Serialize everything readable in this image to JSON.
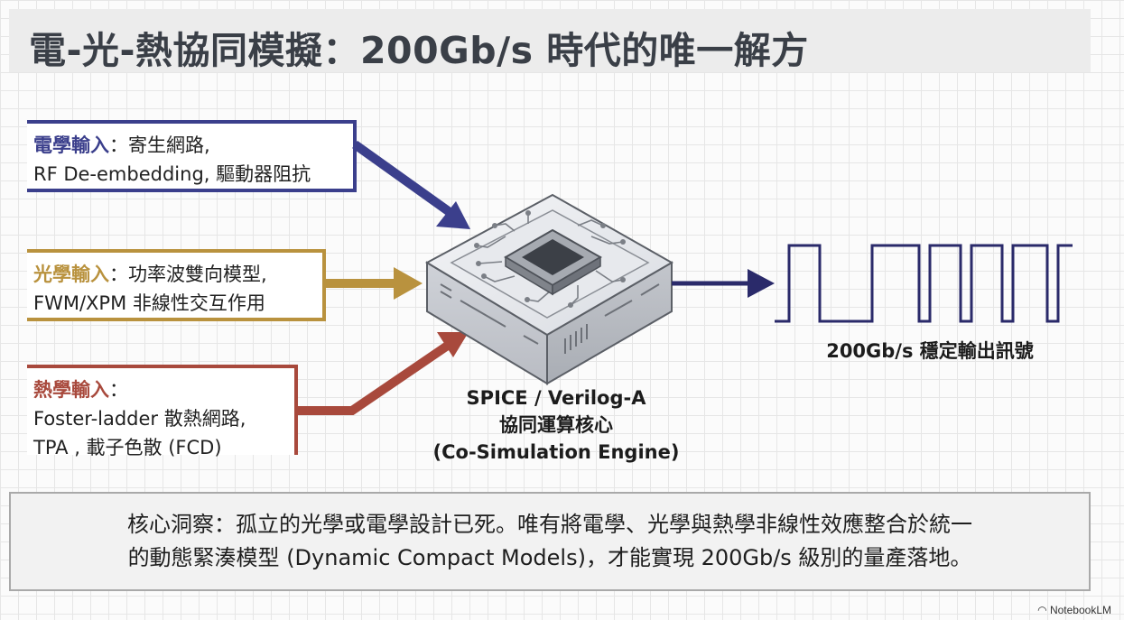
{
  "title": "電-光-熱協同模擬：200Gb/s 時代的唯一解方",
  "inputs": {
    "electrical": {
      "heading": "電學輸入",
      "line1": "：寄生網路,",
      "line2": "RF De-embedding, 驅動器阻抗",
      "color": "#3b3f8c"
    },
    "optical": {
      "heading": "光學輸入",
      "line1": "：功率波雙向模型,",
      "line2": "FWM/XPM 非線性交互作用",
      "color": "#b9923e"
    },
    "thermal": {
      "heading": "熱學輸入",
      "line1": "：",
      "line2": "Foster-ladder 散熱網路,",
      "line3": "TPA , 載子色散 (FCD)",
      "color": "#a8493c"
    }
  },
  "engine": {
    "line1": "SPICE / Verilog-A",
    "line2": "協同運算核心",
    "line3": "(Co-Simulation Engine)",
    "icon": "chip-server-icon"
  },
  "output": {
    "label": "200Gb/s 穩定輸出訊號",
    "icon": "square-wave-icon",
    "color": "#2a2a6a"
  },
  "insight": {
    "line1": "核心洞察：孤立的光學或電學設計已死。唯有將電學、光學與熱學非線性效應整合於統一",
    "line2": "的動態緊湊模型 (Dynamic Compact Models)，才能實現 200Gb/s 級別的量產落地。"
  },
  "brand": "NotebookLM"
}
